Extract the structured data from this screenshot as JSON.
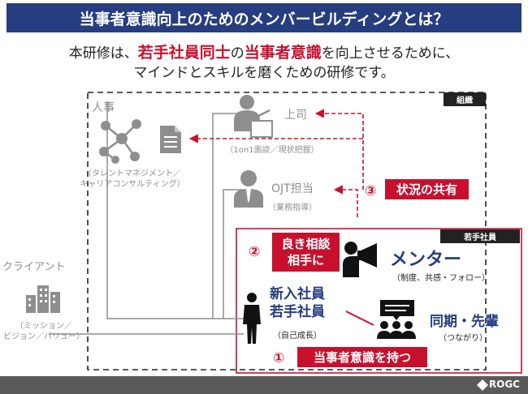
{
  "title": "当事者意識向上のためのメンバービルディングとは？",
  "intro": {
    "line1_a": "本研修は、",
    "line1_em1": "若手社員同士",
    "line1_b": "の",
    "line1_em2": "当事者意識",
    "line1_c": "を向上させるために、",
    "line2": "マインドとスキルを磨くための研修です。"
  },
  "tags": {
    "organization": "組織",
    "young_staff": "若手社員"
  },
  "nodes": {
    "hr": "人事",
    "hr_sub1": "（タレントマネジメント／",
    "hr_sub2": "キャリアコンサルティング）",
    "boss": "上司",
    "boss_sub": "（1on1面談／現状把握）",
    "ojt": "OJT担当",
    "ojt_sub": "（業務指導）",
    "client": "クライアント",
    "client_sub1": "（ミッション／",
    "client_sub2": "ビジョン／バリュー）",
    "mentor": "メンター",
    "mentor_sub": "（制度、共感・フォロー）",
    "newbie1": "新入社員",
    "newbie2": "若手社員",
    "newbie_sub": "（自己成長）",
    "peer": "同期・先輩",
    "peer_sub": "（つながり）"
  },
  "steps": [
    {
      "num": "①",
      "label": "当事者意識を持つ"
    },
    {
      "num": "②",
      "label1": "良き相談",
      "label2": "相手に"
    },
    {
      "num": "③",
      "label": "状況の共有"
    }
  ],
  "footer": {
    "logo": "ROGC"
  },
  "colors": {
    "navy": "#263d80",
    "accent": "#c8102e",
    "gray": "#8e8e8e"
  }
}
